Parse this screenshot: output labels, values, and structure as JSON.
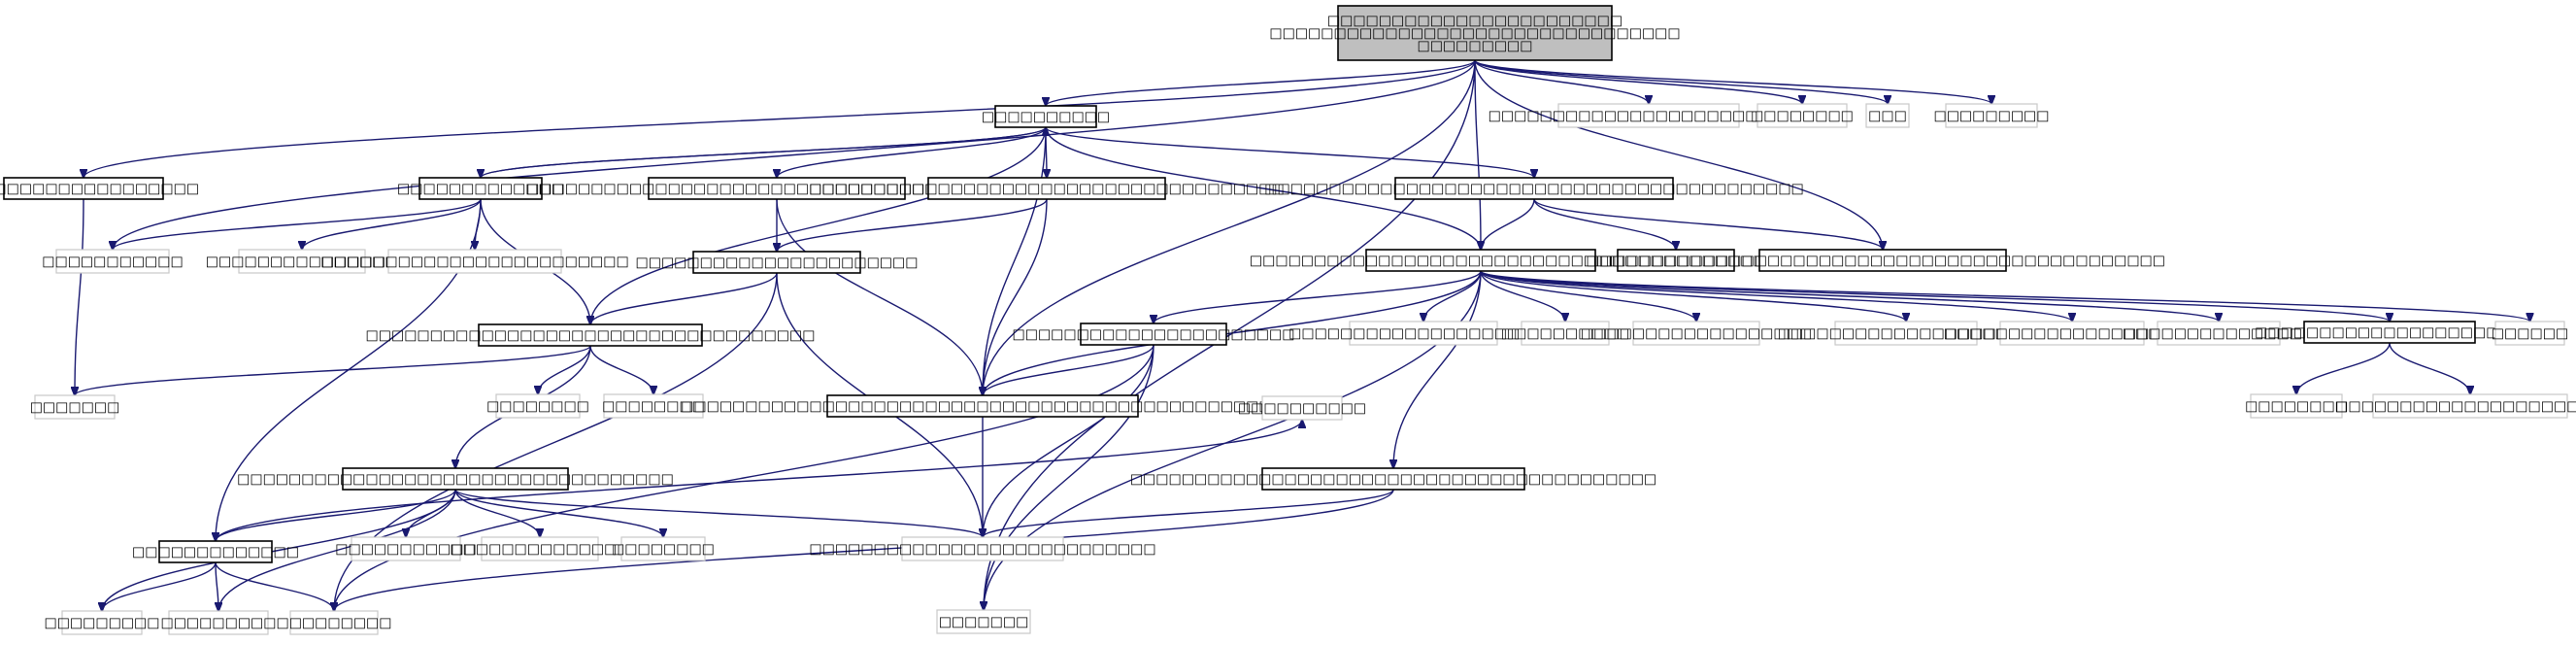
{
  "colors": {
    "edge": "#191970",
    "root_fill": "#bfbfbf",
    "node_border": "#000000",
    "external_border": "#c8c8c8"
  },
  "nodes": [
    {
      "id": "root",
      "kind": "root",
      "lines": [
        "□□□□□□□□□□□□□□□□□□□□□□□",
        "□□□□□□□□□□□□□□□□□□□□□□□□□□□□□□□□",
        "□□□□□□□□□"
      ]
    },
    {
      "id": "n_hub",
      "kind": "internal",
      "lines": [
        "□□□□□□□□□□"
      ]
    },
    {
      "id": "n_left",
      "kind": "internal",
      "lines": [
        "□□□□□□□□□□□□□□□□□□"
      ]
    },
    {
      "id": "n_ext_a",
      "kind": "external",
      "lines": [
        "□□□□□□□□□□□□□□□□□□□□□□□□□"
      ]
    },
    {
      "id": "n_ext_b",
      "kind": "external",
      "lines": [
        "□□□□□□□□"
      ]
    },
    {
      "id": "n_ext_c",
      "kind": "external",
      "lines": [
        "□□□"
      ]
    },
    {
      "id": "n_ext_d",
      "kind": "external",
      "lines": [
        "□□□□□□□□□"
      ]
    },
    {
      "id": "n_sec",
      "kind": "internal",
      "lines": [
        "□□□□□□□□□□□□□"
      ]
    },
    {
      "id": "n_long1",
      "kind": "internal",
      "lines": [
        "□□□□□□□□□□□□□□□□□□□□□□□□□□□□□□□□□□□□□□□"
      ]
    },
    {
      "id": "n_long2",
      "kind": "internal",
      "lines": [
        "□□□□□□□□□□□□□□□□□□□□□□□□□□□□□□□□□□□□□"
      ]
    },
    {
      "id": "n_long3",
      "kind": "internal",
      "lines": [
        "□□□□□□□□□□□□□□□□□□□□□□□□□□□□□□□□□□□□□□□□□□"
      ]
    },
    {
      "id": "n_ext_e",
      "kind": "external",
      "lines": [
        "□□□□□□□□□□□"
      ]
    },
    {
      "id": "n_ext_f",
      "kind": "external",
      "lines": [
        "□□□□□□□□□□□□□□□"
      ]
    },
    {
      "id": "n_ext_g",
      "kind": "external",
      "lines": [
        "□□□□□□□□□□□□□□□□□□□□□□□□"
      ]
    },
    {
      "id": "n_mid1",
      "kind": "internal",
      "lines": [
        "□□□□□□□□□□□□□□□□□□□□□□"
      ]
    },
    {
      "id": "n_big",
      "kind": "internal",
      "lines": [
        "□□□□□□□□□□□□□□□□□□□□□□□□□□□□□□□□□□□□"
      ]
    },
    {
      "id": "n_r1",
      "kind": "internal",
      "lines": [
        "□□□□□□□□□□□□□□"
      ]
    },
    {
      "id": "n_r2",
      "kind": "internal",
      "lines": [
        "□□□□□□□□□□□□□□□□□□□□□□□□□□□□□□□□□□□□□□□□□□□□"
      ]
    },
    {
      "id": "n_mid2",
      "kind": "internal",
      "lines": [
        "□□□□□□□□□□□□□□□□□□□□□□□□□□□□□□□□□□□"
      ]
    },
    {
      "id": "n_mid3",
      "kind": "internal",
      "lines": [
        "□□□□□□□□□□□□□□□□□□□□□□"
      ]
    },
    {
      "id": "n_ext_h",
      "kind": "external",
      "lines": [
        "□□□□□□□□□□□□□□□□□□□□□"
      ]
    },
    {
      "id": "n_ext_i",
      "kind": "external",
      "lines": [
        "□□□□□□□□□□"
      ]
    },
    {
      "id": "n_ext_j",
      "kind": "external",
      "lines": [
        "□□□□□□□□□□□□□□□□□□"
      ]
    },
    {
      "id": "n_ext_k",
      "kind": "external",
      "lines": [
        "□□□□□□□□□□□□□□□□□□□□"
      ]
    },
    {
      "id": "n_ext_l",
      "kind": "external",
      "lines": [
        "□□□□□□□□□□□□□□□□□□□□"
      ]
    },
    {
      "id": "n_ext_m",
      "kind": "external",
      "lines": [
        "□□□□□□□□□□□□□□□"
      ]
    },
    {
      "id": "n_r3",
      "kind": "internal",
      "lines": [
        "□□□□□□□□□□□□□□□□□□□□□"
      ]
    },
    {
      "id": "n_ext_n",
      "kind": "external",
      "lines": [
        "□□□□□□"
      ]
    },
    {
      "id": "n_ext_o",
      "kind": "external",
      "lines": [
        "□□□□□□□□"
      ]
    },
    {
      "id": "n_ext_p",
      "kind": "external",
      "lines": [
        "□□□□□□□□"
      ]
    },
    {
      "id": "n_ext_q",
      "kind": "external",
      "lines": [
        "□□□□□□□□"
      ]
    },
    {
      "id": "n_ext_r",
      "kind": "external",
      "lines": [
        "□□□□□□□□□"
      ]
    },
    {
      "id": "n_center",
      "kind": "internal",
      "lines": [
        "□□□□□□□□□□□□□□□□□□□□□□□□□□□□□□□□□□□□□□□□□□□□□□□"
      ]
    },
    {
      "id": "n_ext_s",
      "kind": "external",
      "lines": [
        "□□□□□□□□□□"
      ]
    },
    {
      "id": "n_ext_t",
      "kind": "external",
      "lines": [
        "□□□□□□□□□□□□□□□□□□□□□□□□□□□"
      ]
    },
    {
      "id": "n_low",
      "kind": "internal",
      "lines": [
        "□□□□□□□□□□□□□□□□□□□□□□□□□□□□□□□□□□"
      ]
    },
    {
      "id": "n_low2",
      "kind": "internal",
      "lines": [
        "□□□□□□□□□□□□□□□□□□□□□□□□□□□□□□□□□□□□□□□□□"
      ]
    },
    {
      "id": "n_low_l",
      "kind": "internal",
      "lines": [
        "□□□□□□□□□□□□□"
      ]
    },
    {
      "id": "n_ext_u",
      "kind": "external",
      "lines": [
        "□□□□□□□□□□□"
      ]
    },
    {
      "id": "n_ext_v",
      "kind": "external",
      "lines": [
        "□□□□□□□□□□□□□□"
      ]
    },
    {
      "id": "n_ext_w",
      "kind": "external",
      "lines": [
        "□□□□□□□□"
      ]
    },
    {
      "id": "n_ext_x",
      "kind": "external",
      "lines": [
        "□□□□□□□□□□□□□□□□□□□□□"
      ]
    },
    {
      "id": "n_ext_y",
      "kind": "external",
      "lines": [
        "□□□□□□□"
      ]
    },
    {
      "id": "n_ext_z",
      "kind": "external",
      "lines": [
        "□□□□□□□□□"
      ]
    },
    {
      "id": "n_ext_aa",
      "kind": "external",
      "lines": [
        "□□□□□□□□□"
      ]
    },
    {
      "id": "n_ext_bb",
      "kind": "external",
      "lines": [
        "□□□□□□□"
      ]
    }
  ],
  "edges": [
    [
      "root",
      "n_left"
    ],
    [
      "root",
      "n_hub"
    ],
    [
      "root",
      "n_ext_a"
    ],
    [
      "root",
      "n_ext_b"
    ],
    [
      "root",
      "n_ext_c"
    ],
    [
      "root",
      "n_ext_d"
    ],
    [
      "root",
      "n_ext_e"
    ],
    [
      "root",
      "n_ext_bb"
    ],
    [
      "root",
      "n_r2"
    ],
    [
      "root",
      "n_big"
    ],
    [
      "root",
      "n_center"
    ],
    [
      "n_left",
      "n_ext_y"
    ],
    [
      "n_hub",
      "n_sec"
    ],
    [
      "n_hub",
      "n_long1"
    ],
    [
      "n_hub",
      "n_long2"
    ],
    [
      "n_hub",
      "n_long3"
    ],
    [
      "n_hub",
      "n_mid2"
    ],
    [
      "n_hub",
      "n_center"
    ],
    [
      "n_hub",
      "n_big"
    ],
    [
      "n_sec",
      "n_hub"
    ],
    [
      "n_sec",
      "n_ext_e"
    ],
    [
      "n_sec",
      "n_ext_f"
    ],
    [
      "n_sec",
      "n_ext_g"
    ],
    [
      "n_sec",
      "n_mid2"
    ],
    [
      "n_sec",
      "n_low_l"
    ],
    [
      "n_long1",
      "n_mid1"
    ],
    [
      "n_long1",
      "n_center"
    ],
    [
      "n_long2",
      "n_mid1"
    ],
    [
      "n_long2",
      "n_center"
    ],
    [
      "n_long3",
      "n_big"
    ],
    [
      "n_long3",
      "n_r1"
    ],
    [
      "n_long3",
      "n_r2"
    ],
    [
      "n_mid1",
      "n_mid2"
    ],
    [
      "n_mid1",
      "n_ext_t"
    ],
    [
      "n_mid1",
      "n_ext_aa"
    ],
    [
      "n_big",
      "n_mid3"
    ],
    [
      "n_big",
      "n_ext_bb"
    ],
    [
      "n_big",
      "n_ext_h"
    ],
    [
      "n_big",
      "n_ext_i"
    ],
    [
      "n_big",
      "n_ext_j"
    ],
    [
      "n_big",
      "n_ext_k"
    ],
    [
      "n_big",
      "n_ext_l"
    ],
    [
      "n_big",
      "n_ext_m"
    ],
    [
      "n_big",
      "n_r3"
    ],
    [
      "n_big",
      "n_ext_n"
    ],
    [
      "n_big",
      "n_center"
    ],
    [
      "n_big",
      "n_low2"
    ],
    [
      "n_r3",
      "n_ext_o"
    ],
    [
      "n_r3",
      "n_ext_x"
    ],
    [
      "n_mid2",
      "n_ext_y"
    ],
    [
      "n_mid2",
      "n_ext_p"
    ],
    [
      "n_mid2",
      "n_ext_q"
    ],
    [
      "n_mid2",
      "n_low"
    ],
    [
      "n_mid3",
      "n_center"
    ],
    [
      "n_mid3",
      "n_ext_bb"
    ],
    [
      "n_mid3",
      "n_ext_t"
    ],
    [
      "n_mid3",
      "n_ext_aa"
    ],
    [
      "n_center",
      "n_ext_t"
    ],
    [
      "n_low",
      "n_low_l"
    ],
    [
      "n_low",
      "n_ext_u"
    ],
    [
      "n_low",
      "n_ext_v"
    ],
    [
      "n_low",
      "n_ext_w"
    ],
    [
      "n_low",
      "n_ext_t"
    ],
    [
      "n_low",
      "n_ext_z"
    ],
    [
      "n_low",
      "n_ext_r"
    ],
    [
      "n_low2",
      "n_ext_t"
    ],
    [
      "n_low2",
      "n_ext_aa"
    ],
    [
      "n_low_l",
      "n_ext_z"
    ],
    [
      "n_low_l",
      "n_ext_s"
    ],
    [
      "n_low_l",
      "n_ext_r"
    ],
    [
      "n_low_l",
      "n_ext_aa"
    ]
  ]
}
